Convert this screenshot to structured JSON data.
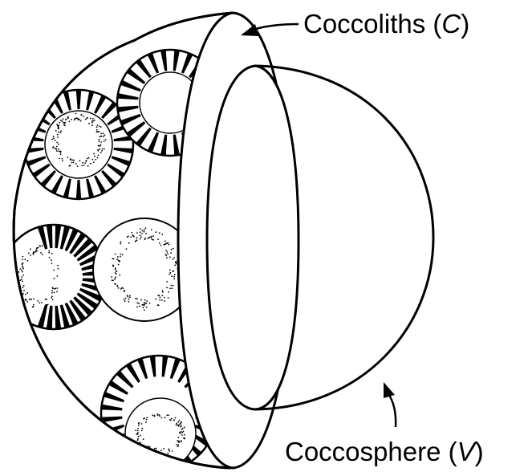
{
  "labels": {
    "coccoliths": {
      "text": "Coccoliths (",
      "symbol": "C",
      "close": ")"
    },
    "coccosphere": {
      "text": "Coccosphere (",
      "symbol": "V",
      "close": ")"
    }
  },
  "colors": {
    "ink": "#000000",
    "paper": "#ffffff"
  }
}
